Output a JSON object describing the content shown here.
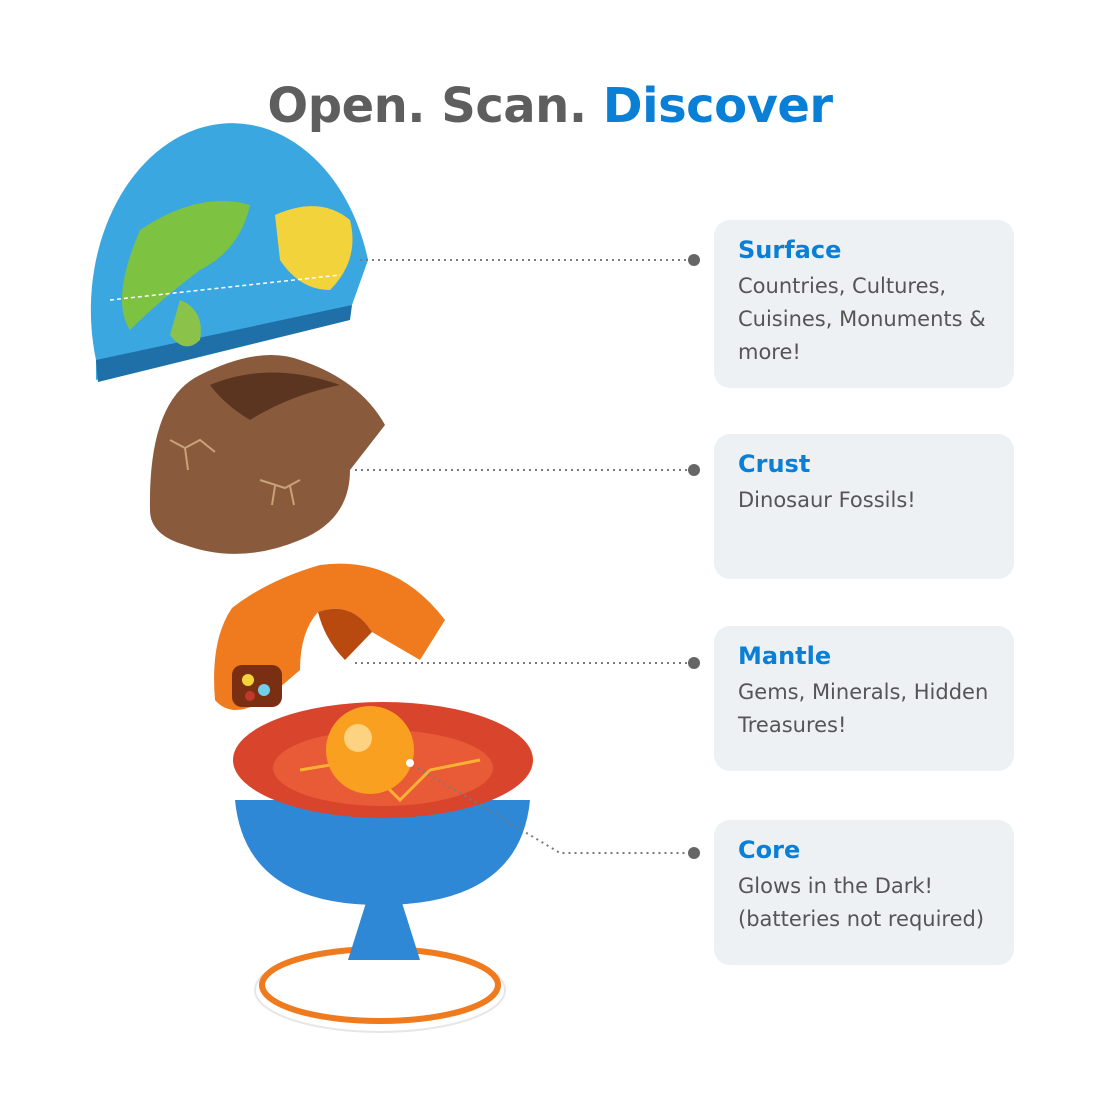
{
  "headline": {
    "part1": "Open. Scan.",
    "part2": "Discover"
  },
  "colors": {
    "accent": "#0a7fd6",
    "text_dark": "#5e5e5e",
    "card_bg": "#edf1f4",
    "surface_ocean": "#3aa7e0",
    "crust_brown": "#8a5a3c",
    "mantle_orange": "#f07a1e",
    "core_red": "#d8452c",
    "core_yellow": "#f9b233"
  },
  "layers": [
    {
      "title": "Surface",
      "description": "Countries, Cultures, Cuisines, Monuments & more!"
    },
    {
      "title": "Crust",
      "description": "Dinosaur Fossils!"
    },
    {
      "title": "Mantle",
      "description": "Gems, Minerals, Hidden Treasures!"
    },
    {
      "title": "Core",
      "description": "Glows in the Dark! (batteries not required)"
    }
  ]
}
